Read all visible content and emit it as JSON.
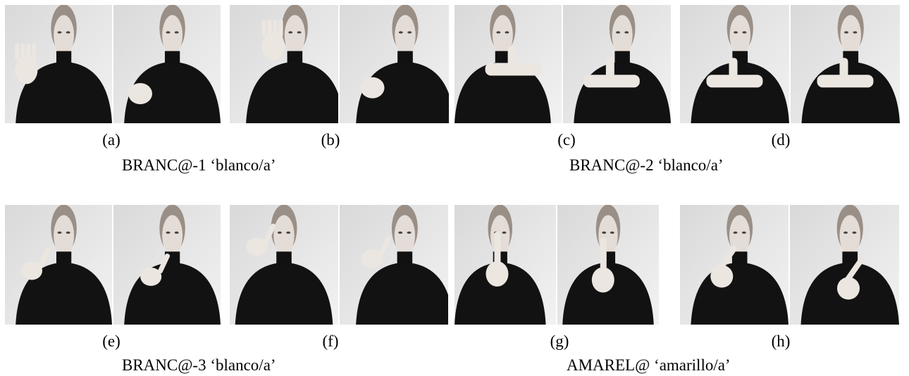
{
  "panels": [
    {
      "id": "a",
      "label": "(a)"
    },
    {
      "id": "b",
      "label": "(b)"
    },
    {
      "id": "c",
      "label": "(c)"
    },
    {
      "id": "d",
      "label": "(d)"
    },
    {
      "id": "e",
      "label": "(e)"
    },
    {
      "id": "f",
      "label": "(f)"
    },
    {
      "id": "g",
      "label": "(g)"
    },
    {
      "id": "h",
      "label": "(h)"
    }
  ],
  "captions": [
    "BRANC@-1 ‘blanco/a’",
    "BRANC@-2 ‘blanco/a’",
    "BRANC@-3 ‘blanco/a’",
    "AMAREL@ ‘amarillo/a’"
  ]
}
